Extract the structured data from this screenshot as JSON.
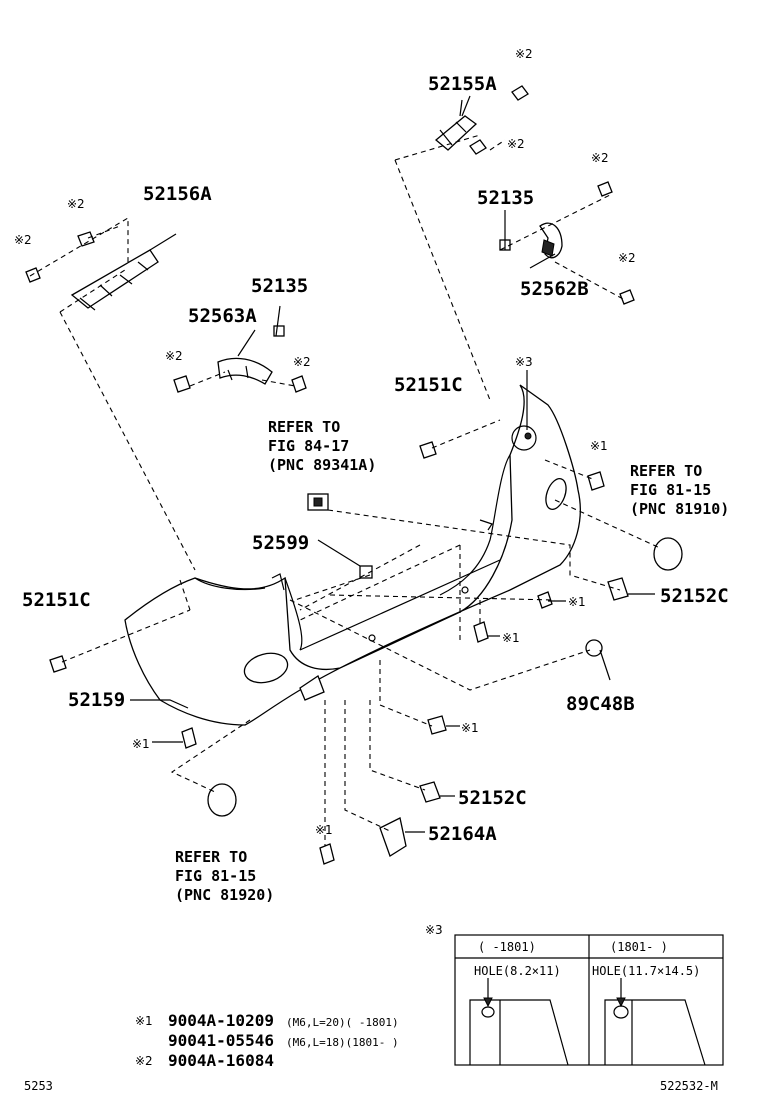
{
  "parts": {
    "p52155A": "52155A",
    "p52156A": "52156A",
    "p52135_top": "52135",
    "p52135_mid": "52135",
    "p52563A": "52563A",
    "p52562B": "52562B",
    "p52151C_mid": "52151C",
    "p52151C_left": "52151C",
    "p52599": "52599",
    "p52159": "52159",
    "p52152C_right": "52152C",
    "p52152C_bottom": "52152C",
    "p89C48B": "89C48B",
    "p52164A": "52164A"
  },
  "marks": {
    "m1": "※1",
    "m2": "※2",
    "m3": "※3"
  },
  "refs": {
    "ref1": [
      "REFER TO",
      "FIG 84-17",
      "(PNC 89341A)"
    ],
    "ref2": [
      "REFER TO",
      "FIG 81-15",
      "(PNC 81910)"
    ],
    "ref3": [
      "REFER TO",
      "FIG 81-15",
      "(PNC 81920)"
    ]
  },
  "detail": {
    "mark": "※3",
    "col1_header": "(   -1801)",
    "col2_header": "(1801-    )",
    "col1_hole": "HOLE(8.2×11)",
    "col2_hole": "HOLE(11.7×14.5)"
  },
  "legend": {
    "row1_mark": "※1",
    "row1_part": "9004A-10209",
    "row1_spec": "(M6,L=20)(     -1801)",
    "row2_part": "90041-05546",
    "row2_spec": "(M6,L=18)(1801-     )",
    "row3_mark": "※2",
    "row3_part": "9004A-16084"
  },
  "footer": {
    "left": "5253",
    "right": "522532-M"
  }
}
